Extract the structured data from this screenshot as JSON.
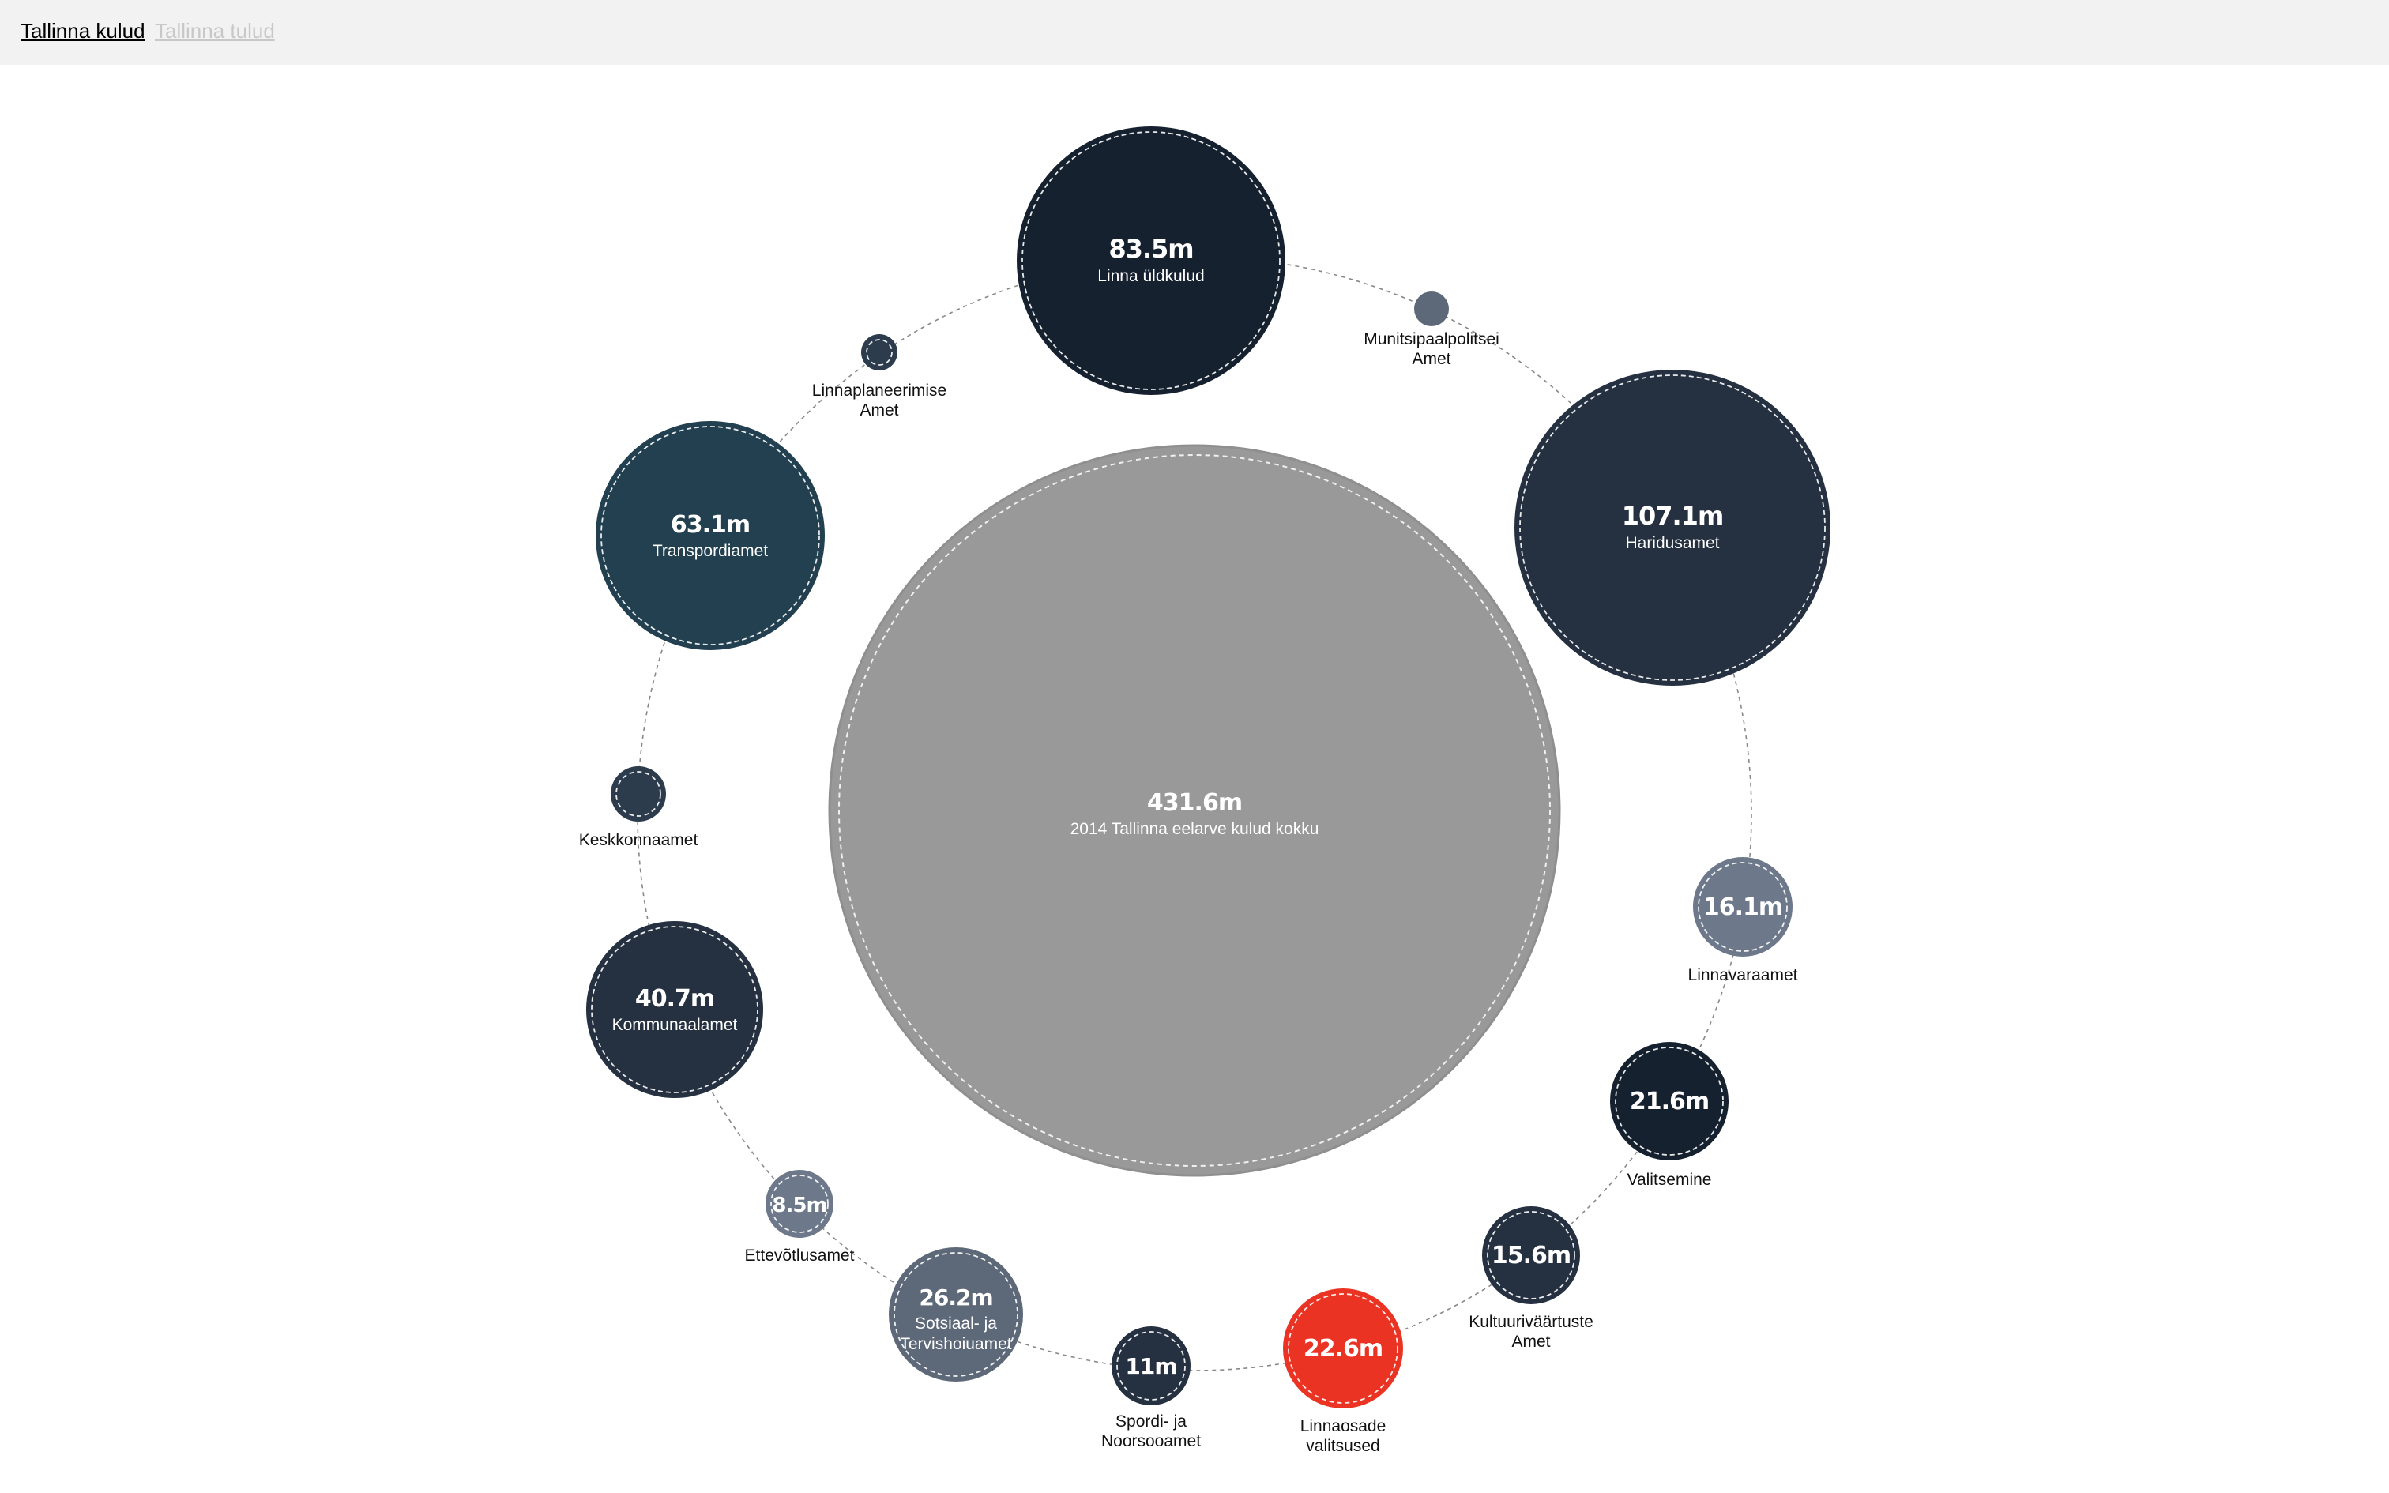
{
  "tabs": [
    {
      "label": "Tallinna kulud",
      "active": true
    },
    {
      "label": "Tallinna tulud",
      "active": false
    }
  ],
  "colors": {
    "total": "#999999",
    "dark_navy": "#16212f",
    "navy": "#253040",
    "teal": "#22404f",
    "slate": "#2d3c4c",
    "grey_blue": "#5d6878",
    "light_slate": "#6d788a",
    "highlight": "#ea3323",
    "ring_line": "#888888"
  },
  "chart_data": {
    "type": "bubble",
    "unit": "m",
    "total": {
      "value": 431.6,
      "value_label": "431.6m",
      "label": "2014 Tallinna eelarve kulud kokku"
    },
    "departments": [
      {
        "name": "Linna üldkulud",
        "value": 83.5,
        "value_label": "83.5m",
        "label_inside": true
      },
      {
        "name": "Munitsipaalpolitsei Amet",
        "value": null,
        "value_label": "",
        "label_inside": false
      },
      {
        "name": "Haridusamet",
        "value": 107.1,
        "value_label": "107.1m",
        "label_inside": true
      },
      {
        "name": "Linnavaraamet",
        "value": 16.1,
        "value_label": "16.1m",
        "label_inside": false
      },
      {
        "name": "Valitsemine",
        "value": 21.6,
        "value_label": "21.6m",
        "label_inside": false
      },
      {
        "name": "Kultuuriväärtuste Amet",
        "value": 15.6,
        "value_label": "15.6m",
        "label_inside": false
      },
      {
        "name": "Linnaosade valitsused",
        "value": 22.6,
        "value_label": "22.6m",
        "label_inside": false,
        "highlighted": true
      },
      {
        "name": "Spordi- ja Noorsooamet",
        "value": 11,
        "value_label": "11m",
        "label_inside": false
      },
      {
        "name": "Sotsiaal- ja Tervishoiuamet",
        "value": 26.2,
        "value_label": "26.2m",
        "label_inside": true
      },
      {
        "name": "Ettevõtlusamet",
        "value": 8.5,
        "value_label": "8.5m",
        "label_inside": false
      },
      {
        "name": "Kommunaalamet",
        "value": 40.7,
        "value_label": "40.7m",
        "label_inside": true
      },
      {
        "name": "Keskkonnaamet",
        "value": null,
        "value_label": "",
        "label_inside": false
      },
      {
        "name": "Transpordiamet",
        "value": 63.1,
        "value_label": "63.1m",
        "label_inside": true
      },
      {
        "name": "Linnaplaneerimise Amet",
        "value": null,
        "value_label": "",
        "label_inside": false
      }
    ]
  }
}
